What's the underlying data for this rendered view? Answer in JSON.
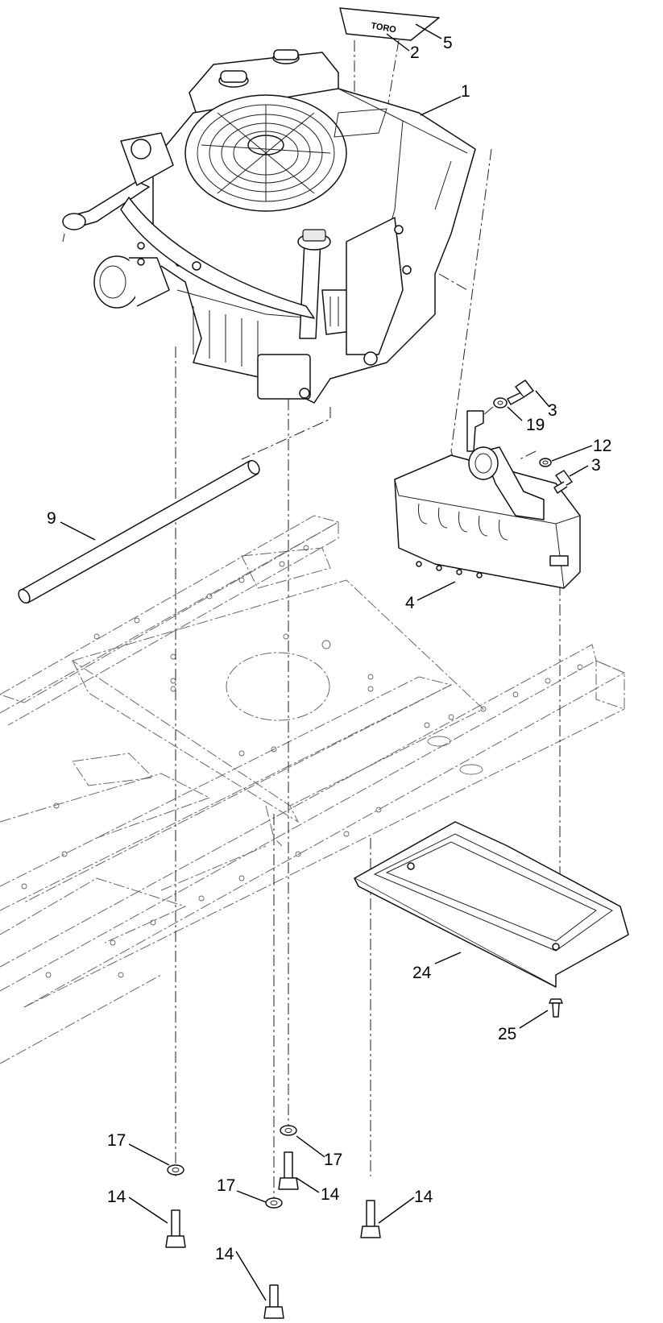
{
  "callouts": {
    "c1": "1",
    "c2": "2",
    "c5": "5",
    "c3a": "3",
    "c19": "19",
    "c12": "12",
    "c3b": "3",
    "c9": "9",
    "c4": "4",
    "c24": "24",
    "c25": "25",
    "c17a": "17",
    "c17b": "17",
    "c17c": "17",
    "c14a": "14",
    "c14b": "14",
    "c14c": "14",
    "c14d": "14"
  },
  "decal_text": "TORO",
  "colors": {
    "ink": "#000000",
    "frame": "#666666",
    "background": "#ffffff"
  }
}
